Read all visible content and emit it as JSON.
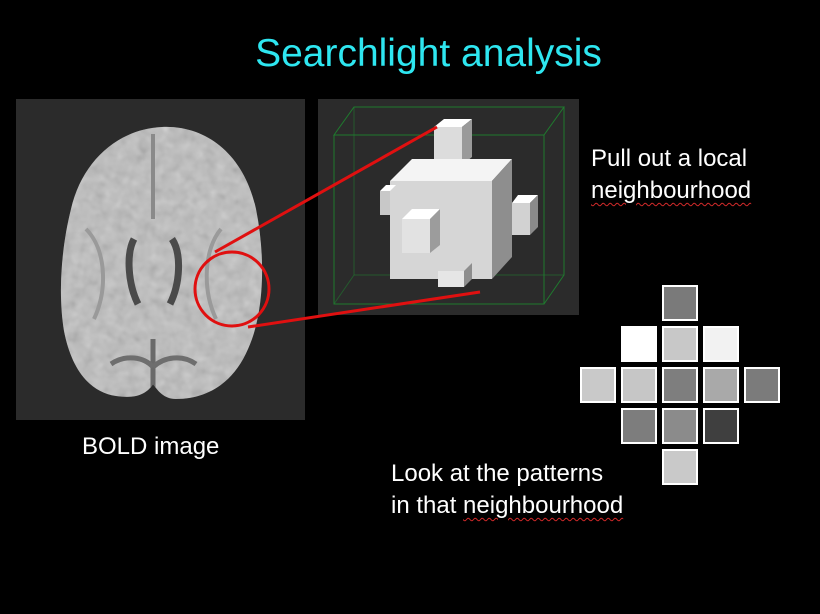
{
  "slide": {
    "title": "Searchlight analysis",
    "title_color": "#2ee6f0",
    "background_color": "#000000"
  },
  "brain_image": {
    "caption": "BOLD image",
    "highlight_color": "#e01010"
  },
  "neighbourhood_view": {
    "caption_line1": "Pull out a local",
    "caption_line2": "neighbourhood"
  },
  "pattern_grid": {
    "caption_line1": "Look at the patterns",
    "caption_line2_prefix": "in that ",
    "caption_line2_word": "neighbourhood",
    "rows": [
      [
        "#7a7a7a"
      ],
      [
        "#ffffff",
        "#c8c8c8",
        "#f2f2f2"
      ],
      [
        "#c9c9c9",
        "#c6c6c6",
        "#7e7e7e",
        "#a9a9a9",
        "#7b7b7b"
      ],
      [
        "#7d7d7d",
        "#8b8b8b",
        "#3f3f3f"
      ],
      [
        "#c9c9c9"
      ]
    ]
  }
}
